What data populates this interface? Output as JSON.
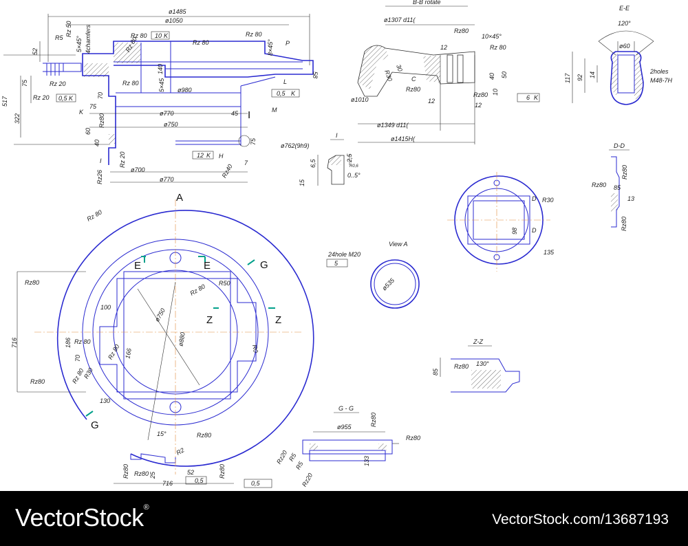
{
  "sections": {
    "bb": "B-B rotate",
    "ee": "E-E",
    "dd": "D-D",
    "view_a": "View A",
    "zz": "Z-Z",
    "gg": "G - G",
    "detail_i": "I"
  },
  "markers": {
    "A": "A",
    "E": "E",
    "G": "G",
    "Z": "Z",
    "I": "I",
    "D": "D",
    "P": "P",
    "L": "L",
    "M": "M",
    "H": "H",
    "K": "K",
    "C": "C"
  },
  "dims": {
    "d1485": "ø1485",
    "d1050": "ø1050",
    "d980": "ø980",
    "d770a": "ø770",
    "d750a": "ø750",
    "d700": "ø700",
    "d770b": "ø770",
    "d1307": "ø1307 d11(",
    "d1349": "ø1349 d11(",
    "d1415": "ø1415H(",
    "d1010": "ø1010",
    "d762": "ø762(9h9)",
    "d60": "ø60",
    "d535": "ø535",
    "d750b": "ø750",
    "d880": "ø880",
    "d955": "ø955",
    "a120": "120°",
    "a130": "130°",
    "a15": "15°",
    "holes2": "2holes",
    "m48": "M48-7H",
    "holes24": "24hole M20",
    "n52": "52",
    "n75": "75",
    "n517": "517",
    "n322": "322",
    "n70": "70",
    "n60": "60",
    "n40": "40",
    "n140": "140",
    "n58": "58",
    "n8x45": "8×45°",
    "n5x45": "5×45°",
    "n4ch": "4chamfers",
    "n5x45b": "5×45",
    "n10x45": "10×45°",
    "n12a": "12",
    "n12b": "12",
    "n12c": "12",
    "n40b": "40",
    "n50": "50",
    "n10": "10",
    "n30": "30",
    "n117": "117",
    "n92": "92",
    "n14": "14",
    "n65": "6,5",
    "n25": "2,5",
    "n15": "15",
    "r06": "R0,6",
    "n05": "0..5°",
    "n7": "7",
    "n45": "45",
    "n75b": "75",
    "n85a": "85",
    "n13": "13",
    "n98": "98",
    "n135": "135",
    "n716a": "716",
    "n716b": "716",
    "n100": "100",
    "n186": "186",
    "n70b": "70",
    "n166": "166",
    "n130": "130",
    "n25b": "25",
    "n52b": "52",
    "n85b": "85",
    "n133": "133",
    "r5": "R5",
    "r50": "R50",
    "r80": "R80",
    "r30": "R30",
    "r2": "R2",
    "r40": "R40",
    "r26": "Rz26",
    "r5b": "R5",
    "r0": "R0"
  },
  "rough": {
    "rz80": "Rz 80",
    "rz80n": "Rz80",
    "rz50": "Rz 50",
    "rz20": "Rz 20",
    "rz20n": "Rz20",
    "rz40": "Rz40",
    "rz80s": "Rz 80"
  },
  "tol": {
    "t1": "10",
    "t2": "0,5",
    "t3": "12",
    "t4": "6",
    "t5": "5",
    "t6": "0,5",
    "t7": "0,5"
  },
  "footer": {
    "brand": "VectorStock",
    "brand_mark": "®",
    "id": "VectorStock.com/13687193"
  },
  "colors": {
    "line": "#2b2b2b",
    "blue": "#2a2ad0",
    "center": "#e08a3a",
    "marker": "#00a08a",
    "footer_bg": "#000000",
    "footer_text": "#ffffff"
  }
}
